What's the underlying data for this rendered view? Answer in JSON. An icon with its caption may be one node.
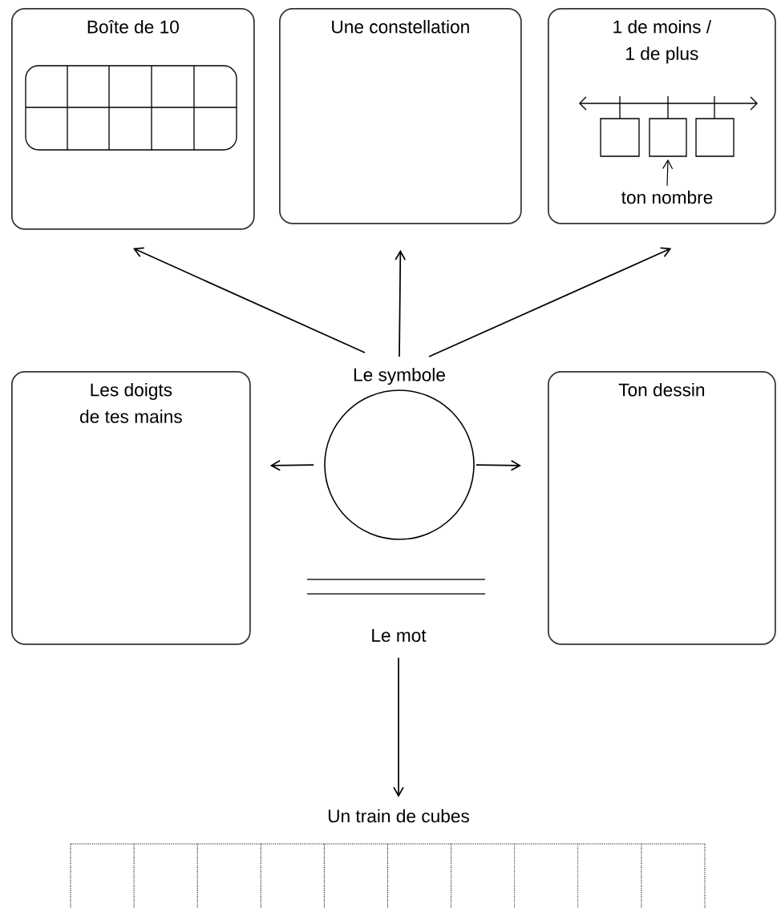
{
  "diagram": {
    "nodes": [
      {
        "text": [
          "Boîte de 10"
        ]
      },
      {
        "text": [
          "Une constellation"
        ]
      },
      {
        "text": [
          "1 de moins / 1 de plus"
        ]
      },
      {
        "text": [],
        "shape": "box",
        "in": 2
      },
      {
        "text": [],
        "shape": "box",
        "in": 2
      },
      {
        "text": [],
        "shape": "box",
        "in": 2
      },
      {
        "text": [
          "ton nombre"
        ],
        "in": 2
      },
      {
        "text": [
          "Les doigts de tes mains"
        ]
      },
      {
        "text": [
          "Le symbole"
        ]
      },
      {
        "text": [
          "Ton dessin"
        ]
      },
      {
        "text": [
          "Le mot"
        ]
      },
      {
        "text": [
          "Un train de cubes"
        ]
      }
    ],
    "edges": [
      {
        "from": 6,
        "to": 4,
        "arrow": "to"
      },
      {
        "from": 8,
        "to": 0,
        "arrow": "to"
      },
      {
        "from": 8,
        "to": 1,
        "arrow": "to"
      },
      {
        "from": 8,
        "to": 2,
        "arrow": "to"
      },
      {
        "from": 8,
        "to": 7,
        "arrow": "to"
      },
      {
        "from": 8,
        "to": 9,
        "arrow": "to"
      },
      {
        "from": 10,
        "to": 11,
        "arrow": "to"
      }
    ]
  }
}
